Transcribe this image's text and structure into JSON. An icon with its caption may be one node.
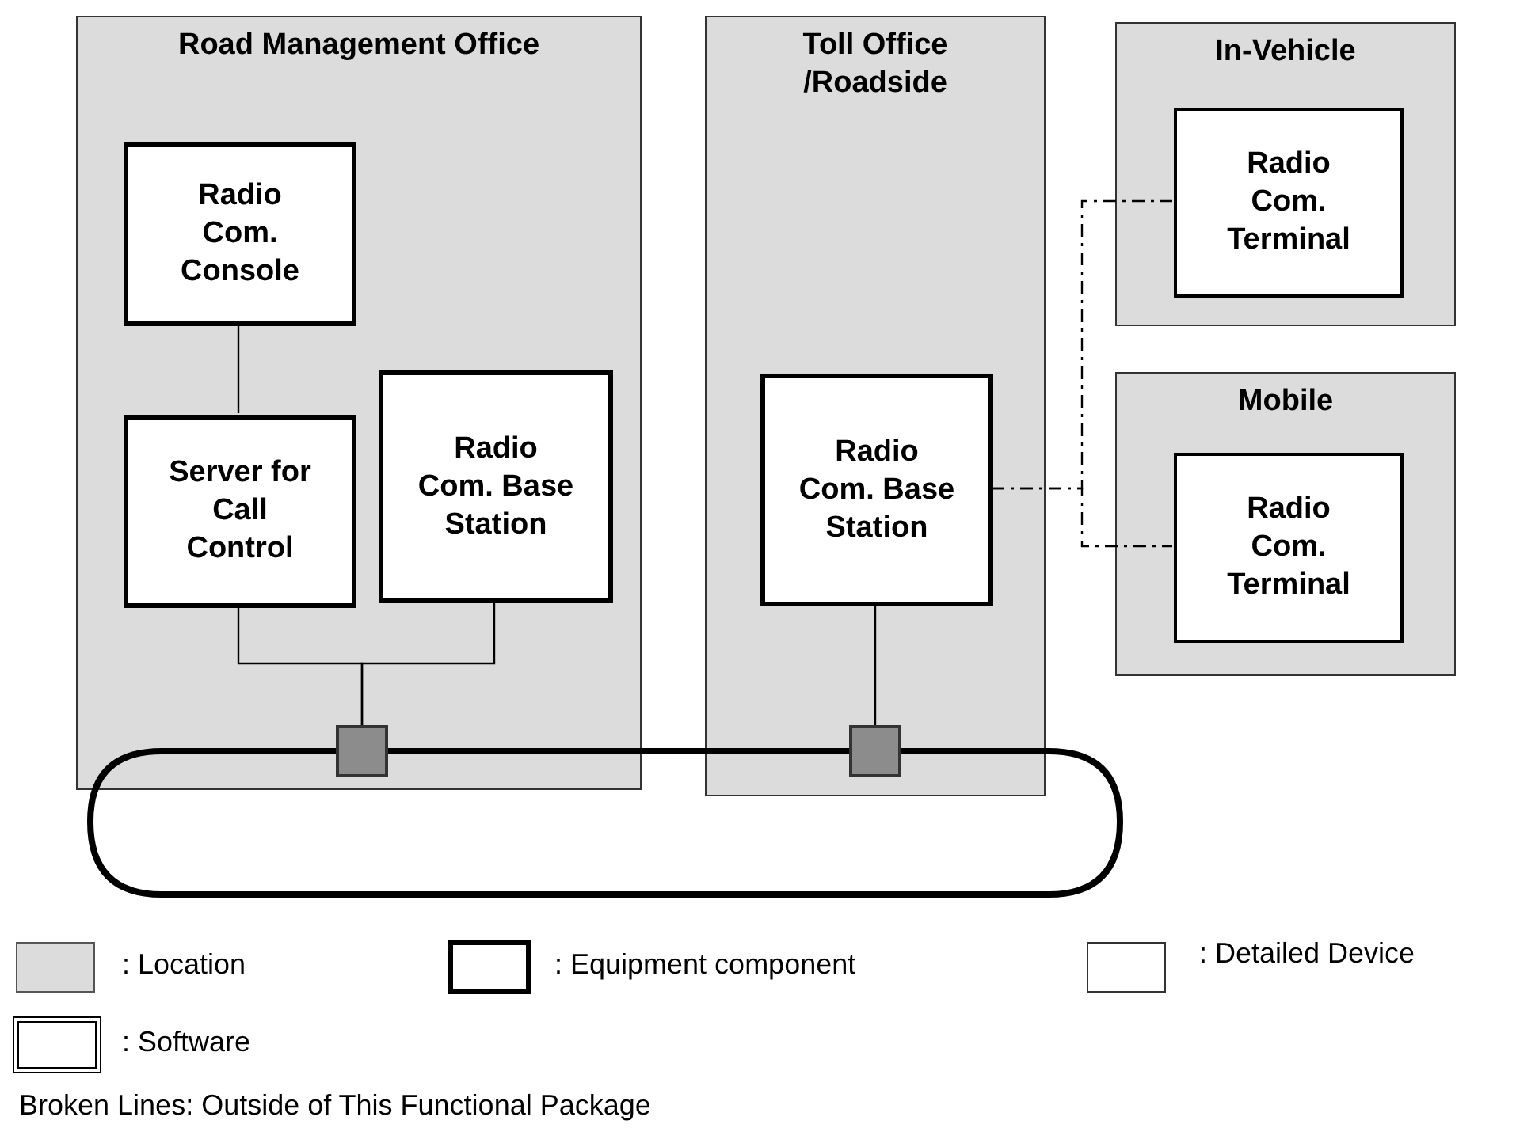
{
  "diagram": {
    "nodes": [
      {
        "text": [
          "Road Management Office"
        ]
      },
      {
        "text": [
          "Radio Com. Console"
        ],
        "in": 0
      },
      {
        "text": [
          "Server for Call Control"
        ],
        "in": 0
      },
      {
        "text": [
          "Radio Com. Base Station"
        ],
        "in": 0
      },
      {
        "text": [
          "Toll Office /Roadside"
        ]
      },
      {
        "text": [
          "Radio Com. Base Station"
        ],
        "in": 4
      },
      {
        "text": [
          "In-Vehicle"
        ]
      },
      {
        "text": [
          "Radio Com. Terminal"
        ],
        "in": 6
      },
      {
        "text": [
          "Mobile"
        ]
      },
      {
        "text": [
          "Radio Com. Terminal"
        ],
        "in": 8
      },
      {
        "text": [],
        "shape": "box",
        "in": 0
      },
      {
        "text": [],
        "shape": "box",
        "in": 4
      }
    ],
    "edges": [
      {
        "from": 1,
        "to": 2,
        "arrow": "none"
      },
      {
        "from": 2,
        "to": 10,
        "arrow": "none"
      },
      {
        "from": 3,
        "to": 10,
        "arrow": "none"
      },
      {
        "from": 5,
        "to": 11,
        "arrow": "none"
      },
      {
        "from": 10,
        "to": 11,
        "arrow": "none",
        "style": "thick"
      },
      {
        "from": 10,
        "to": 11,
        "arrow": "none",
        "style": "thick"
      },
      {
        "from": 5,
        "to": 7,
        "arrow": "none",
        "style": "dashed"
      },
      {
        "from": 5,
        "to": 9,
        "arrow": "none",
        "style": "dashed"
      }
    ],
    "labels": [
      "Broken Lines: Outside of This Functional Package"
    ],
    "legend": [
      {
        "text": ": Location",
        "color": "#dcdcdc"
      },
      {
        "text": ": Equipment component"
      },
      {
        "text": ": Detailed Device"
      },
      {
        "text": ": Software"
      }
    ]
  }
}
